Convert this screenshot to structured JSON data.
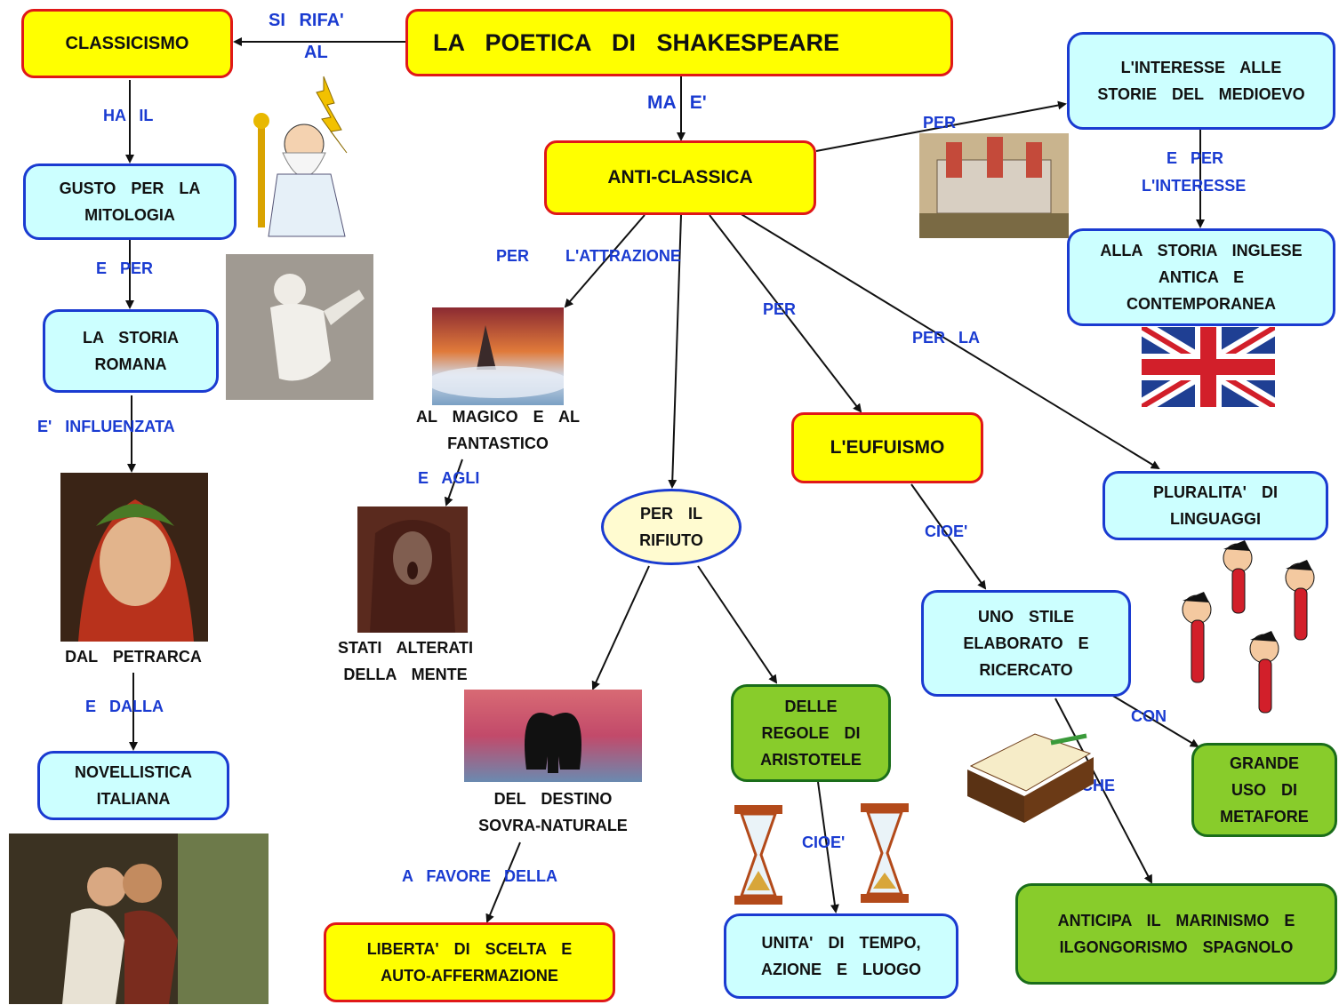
{
  "colors": {
    "yellow": "#ffff00",
    "red_border": "#e01818",
    "cyan": "#ccffff",
    "blue_border": "#1a3bd1",
    "green": "#88cc2b",
    "green_border": "#1a6d1a",
    "label": "#1a3bd1"
  },
  "nodes": {
    "title": "LA  POETICA  DI   SHAKESPEARE",
    "classicismo": "CLASSICISMO",
    "mitologia": "GUSTO  PER  LA MITOLOGIA",
    "storia_romana": "LA  STORIA ROMANA",
    "petrarca": "DAL     PETRARCA",
    "novellistica": "NOVELLISTICA ITALIANA",
    "anticlassica": "ANTI-CLASSICA",
    "magico": "AL   MAGICO   E  AL FANTASTICO",
    "stati": "STATI     ALTERATI DELLA    MENTE",
    "rifiuto": "PER  IL RIFIUTO",
    "destino": "DEL    DESTINO SOVRA-NATURALE",
    "liberta": "LIBERTA'  DI  SCELTA  E AUTO-AFFERMAZIONE",
    "regole": "DELLE REGOLE  DI ARISTOTELE",
    "unita": "UNITA'  DI  TEMPO, AZIONE  E  LUOGO",
    "eufuismo": "L'EUFUISMO",
    "stile": "UNO   STILE ELABORATO   E RICERCATO",
    "metafore": "GRANDE USO  DI METAFORE",
    "marinismo": "ANTICIPA   IL   MARINISMO   E ILGONGORISMO SPAGNOLO",
    "medioevo": "L'INTERESSE    ALLE STORIE   DEL MEDIOEVO",
    "inglese": "ALLA    STORIA INGLESE    ANTICA   E CONTEMPORANEA",
    "linguaggi": "PLURALITA'    DI LINGUAGGI"
  },
  "labels": {
    "si_rifa": "SI   RIFA'",
    "al": "AL",
    "ha_il": "HA  IL",
    "e_per": "E  PER",
    "influenzata": "E'    INFLUENZATA",
    "e_dalla": "E   DALLA",
    "ma_e": "MA  E'",
    "per_left": "PER",
    "attrazione": "L'ATTRAZIONE",
    "e_agli": "E   AGLI",
    "a_favore": "A    FAVORE     DELLA",
    "per_euf": "PER",
    "per_la": "PER   LA",
    "per_top": "PER",
    "e_per_interesse_1": "E  PER",
    "e_per_interesse_2": "L'INTERESSE",
    "cioe_1": "CIOE'",
    "cioe_2": "CIOE'",
    "con": "CON",
    "che": "CHE"
  },
  "images": [
    "zeus-icon",
    "statue-icon",
    "petrarca-portrait-icon",
    "lovers-painting-icon",
    "fantasy-sky-icon",
    "scream-icon",
    "angel-icon",
    "hourglass-icon",
    "castle-icon",
    "uk-flag-icon",
    "book-icon",
    "shouting-face-icon"
  ]
}
